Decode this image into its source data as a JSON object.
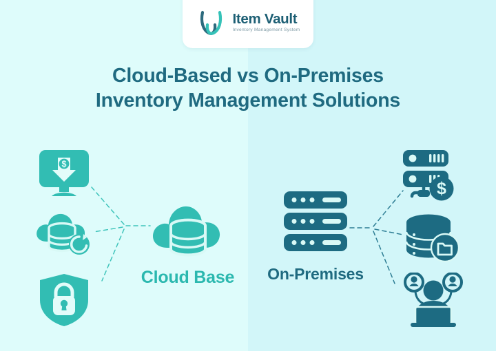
{
  "logo": {
    "name": "Item Vault",
    "tagline": "Inventory Management System",
    "mark": "v-monogram-icon"
  },
  "headline": {
    "line1": "Cloud-Based vs On-Premises",
    "line2": "Inventory Management Solutions"
  },
  "colors": {
    "bg_left": "#DEFCFB",
    "bg_right": "#D2F6F9",
    "teal": "#2BB8AF",
    "teal_dark": "#1F6A80",
    "logo_dark": "#1D5F74",
    "tagline": "#7C98A3",
    "card": "#FFFFFF"
  },
  "left_column": {
    "title": "Cloud Base",
    "node_icon": "cloud-database-icon",
    "features": [
      {
        "icon": "monitor-cost-down-icon",
        "name": "lower-upfront-cost"
      },
      {
        "icon": "cloud-database-sync-icon",
        "name": "automatic-backup-sync"
      },
      {
        "icon": "shield-lock-icon",
        "name": "managed-security"
      }
    ]
  },
  "right_column": {
    "title": "On-Premises",
    "node_icon": "server-rack-icon",
    "features": [
      {
        "icon": "server-dollar-icon",
        "name": "hardware-investment"
      },
      {
        "icon": "database-folder-icon",
        "name": "local-data-storage"
      },
      {
        "icon": "it-team-laptop-icon",
        "name": "in-house-it-staff"
      }
    ]
  }
}
